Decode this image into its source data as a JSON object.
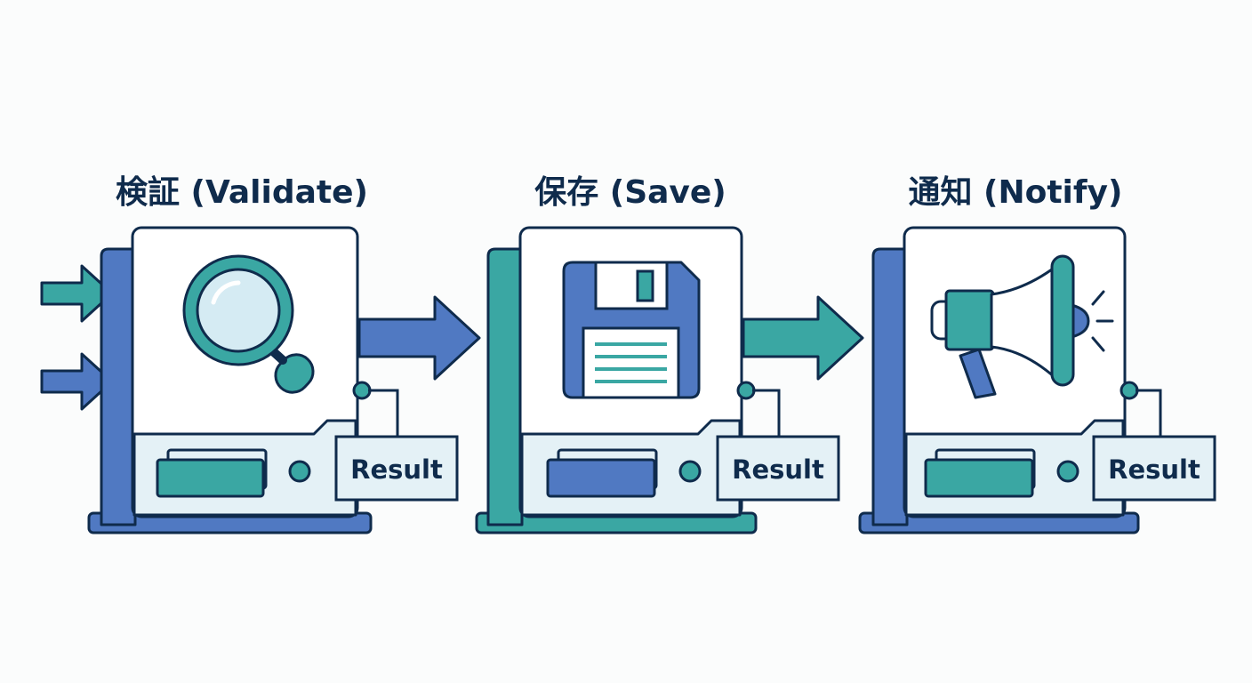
{
  "diagram": {
    "stages": [
      {
        "title": "検証 (Validate)",
        "result_label": "Result",
        "icon": "magnifying-glass-icon"
      },
      {
        "title": "保存 (Save)",
        "result_label": "Result",
        "icon": "floppy-disk-icon"
      },
      {
        "title": "通知 (Notify)",
        "result_label": "Result",
        "icon": "megaphone-icon"
      }
    ]
  },
  "colors": {
    "navy": "#0f2b4c",
    "blue": "#5079c2",
    "teal": "#3aa7a3",
    "light_panel": "#e4f1f6",
    "white": "#ffffff"
  }
}
